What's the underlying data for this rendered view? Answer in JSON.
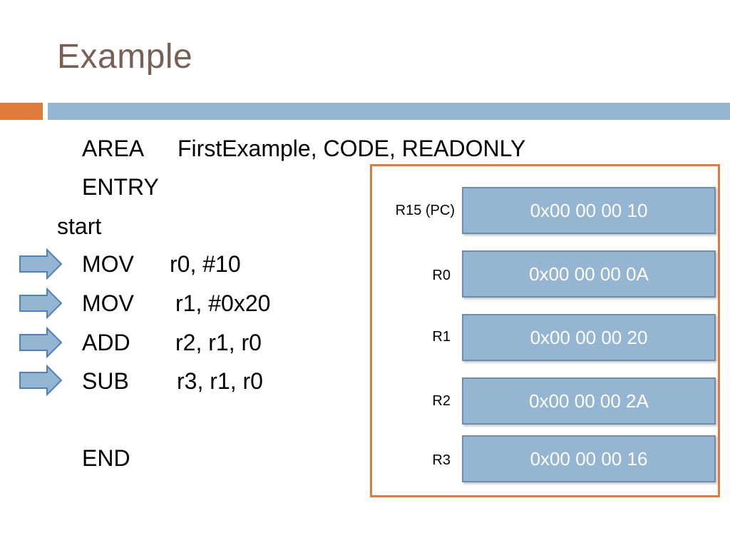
{
  "slide": {
    "title": "Example"
  },
  "code": {
    "area": {
      "op": "AREA",
      "args": "FirstExample,  CODE, READONLY"
    },
    "entry": {
      "op": "ENTRY"
    },
    "label": "start",
    "mov1": {
      "op": "MOV",
      "args": "r0,  #10"
    },
    "mov2": {
      "op": "MOV",
      "args": "r1, #0x20"
    },
    "add": {
      "op": "ADD",
      "args": "r2,  r1,  r0"
    },
    "sub": {
      "op": "SUB",
      "args": "r3,  r1,  r0"
    },
    "end": {
      "op": "END"
    }
  },
  "registers": [
    {
      "name": "R15 (PC)",
      "value": "0x00 00 00 10"
    },
    {
      "name": "R0",
      "value": "0x00 00 00 0A"
    },
    {
      "name": "R1",
      "value": "0x00 00 00 20"
    },
    {
      "name": "R2",
      "value": "0x00 00 00 2A"
    },
    {
      "name": "R3",
      "value": "0x00 00 00 16"
    }
  ],
  "colors": {
    "title": "#7a5f55",
    "accent_orange": "#e07b3c",
    "accent_blue": "#94b6d2",
    "arrow_fill": "#94b6d2",
    "arrow_stroke": "#4f81bd"
  },
  "icons": {
    "arrow": "right-arrow-icon"
  }
}
